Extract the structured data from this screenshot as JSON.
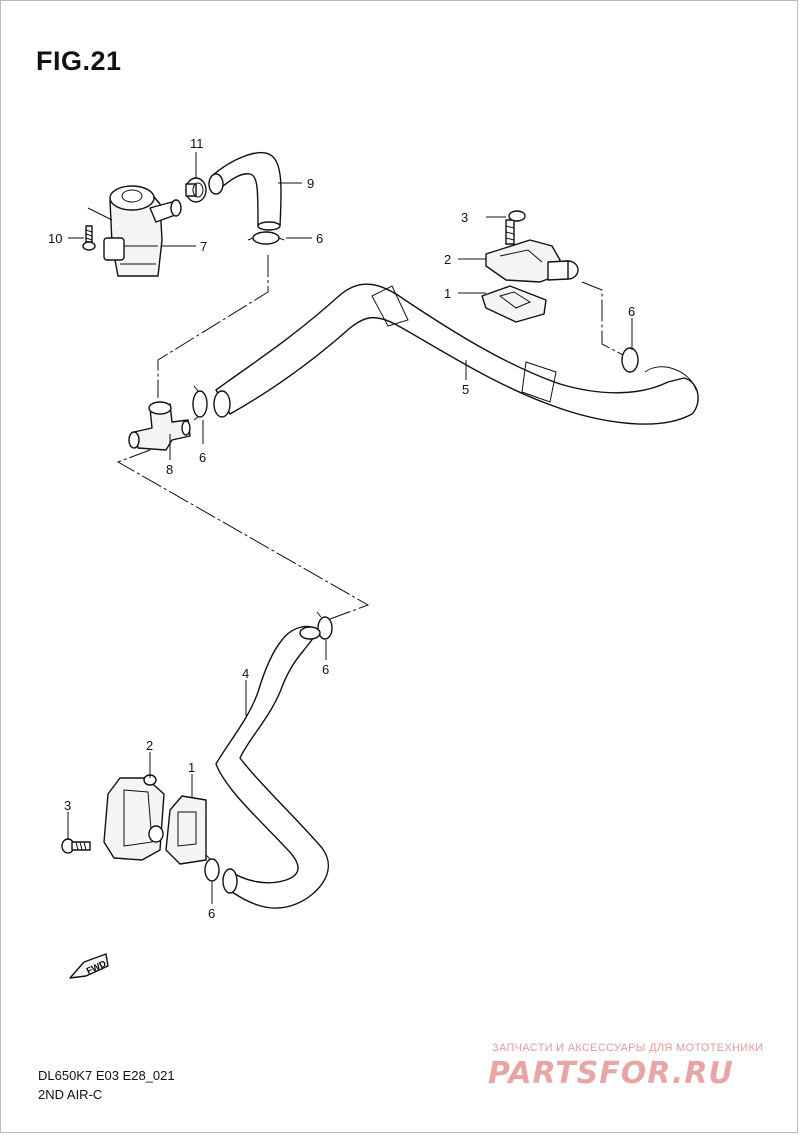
{
  "figure": {
    "title": "FIG.21"
  },
  "callouts": {
    "p1_top": "1",
    "p2_top": "2",
    "p3_top": "3",
    "p5": "5",
    "p6_a": "6",
    "p6_b": "6",
    "p6_c": "6",
    "p6_d": "6",
    "p6_e": "6",
    "p7": "7",
    "p8": "8",
    "p9": "9",
    "p10": "10",
    "p11": "11",
    "p4": "4",
    "p1_bot": "1",
    "p2_bot": "2",
    "p3_bot": "3"
  },
  "fwd_badge": "FWD",
  "footer": {
    "code": "DL650K7 E03 E28_021",
    "name": "2ND AIR-C"
  },
  "watermark": {
    "tagline": "ЗАПЧАСТИ И АКСЕССУАРЫ ДЛЯ МОТОТЕХНИКИ",
    "logo": "PARTSFOR.RU"
  }
}
